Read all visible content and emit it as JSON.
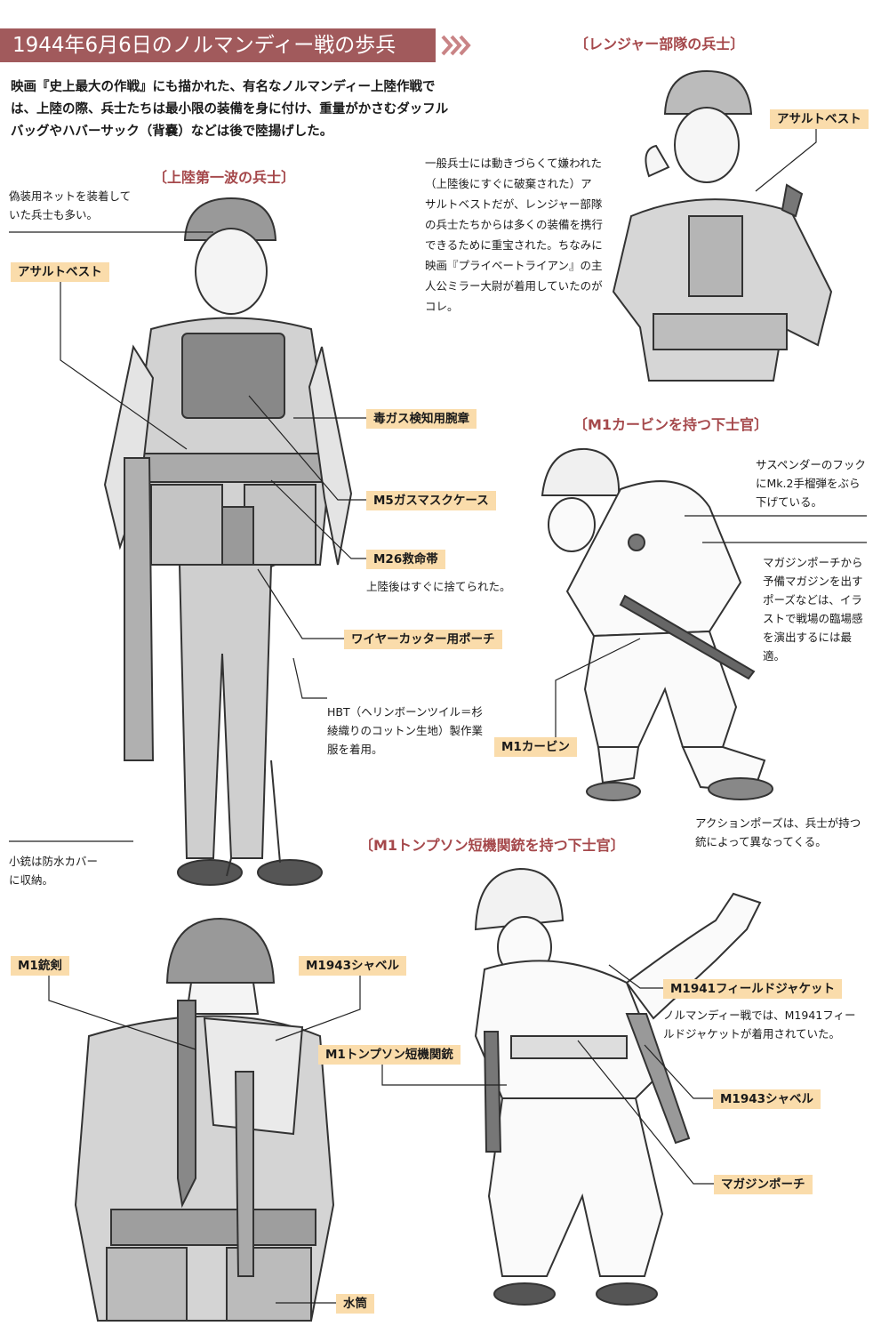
{
  "header": {
    "title": "1944年6月6日のノルマンディー戦の歩兵",
    "intro": "映画『史上最大の作戦』にも描かれた、有名なノルマンディー上陸作戦では、上陸の際、兵士たちは最小限の装備を身に付け、重量がかさむダッフルバッグやハバーサック（背嚢）などは後で陸揚げした。"
  },
  "sections": {
    "first_wave": "〔上陸第一波の兵士〕",
    "ranger": "〔レンジャー部隊の兵士〕",
    "m1_carbine": "〔M1カービンを持つ下士官〕",
    "thompson": "〔M1トンプソン短機関銃を持つ下士官〕"
  },
  "first_wave": {
    "net_note": "偽装用ネットを装着していた兵士も多い。",
    "labels": {
      "assault_vest": "アサルトベスト",
      "gas_armband": "毒ガス検知用腕章",
      "gas_mask_case": "M5ガスマスクケース",
      "life_belt": "M26救命帯",
      "wire_cutter_pouch": "ワイヤーカッター用ポーチ"
    },
    "life_belt_note": "上陸後はすぐに捨てられた。",
    "hbt_note": "HBT（ヘリンボーンツイル＝杉綾織りのコットン生地）製作業服を着用。",
    "rifle_note": "小銃は防水カバーに収納。"
  },
  "ranger": {
    "label": "アサルトベスト",
    "note": "一般兵士には動きづらくて嫌われた（上陸後にすぐに破棄された）アサルトベストだが、レンジャー部隊の兵士たちからは多くの装備を携行できるために重宝された。ちなみに映画『プライベートライアン』の主人公ミラー大尉が着用していたのがコレ。"
  },
  "carbine": {
    "grenade_note": "サスペンダーのフックにMk.2手榴弾をぶら下げている。",
    "magazine_note": "マガジンポーチから予備マガジンを出すポーズなどは、イラストで戦場の臨場感を演出するには最適。",
    "label": "M1カービン",
    "pose_note": "アクションポーズは、兵士が持つ銃によって異なってくる。"
  },
  "back_view": {
    "bayonet": "M1銃剣",
    "shovel": "M1943シャベル",
    "canteen": "水筒"
  },
  "thompson": {
    "gun_label": "M1トンプソン短機関銃",
    "jacket_label": "M1941フィールドジャケット",
    "jacket_note": "ノルマンディー戦では、M1941フィールドジャケットが着用されていた。",
    "shovel_label": "M1943シャベル",
    "pouch_label": "マガジンポーチ"
  }
}
